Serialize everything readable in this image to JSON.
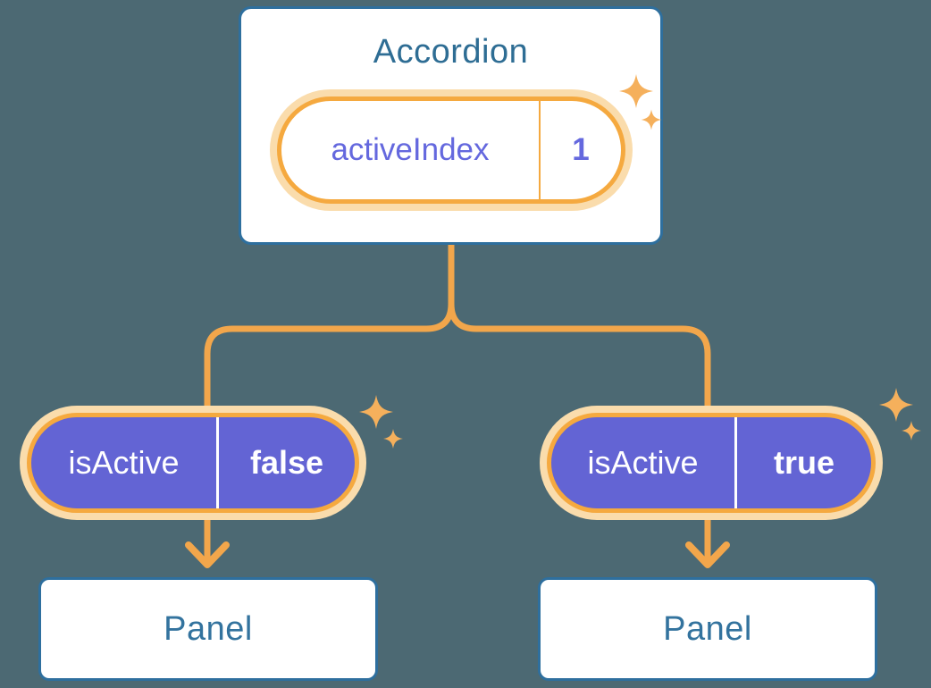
{
  "diagram": {
    "title_note": "component tree showing state passed down as props",
    "root": {
      "title": "Accordion",
      "state": {
        "name": "activeIndex",
        "value": "1"
      }
    },
    "children": [
      {
        "prop": {
          "name": "isActive",
          "value": "false"
        },
        "panel_label": "Panel"
      },
      {
        "prop": {
          "name": "isActive",
          "value": "true"
        },
        "panel_label": "Panel"
      }
    ],
    "icons": {
      "sparkle": "four-point-star ✦ (one large, one small per cluster)"
    },
    "colors": {
      "background": "#4C6973",
      "connector_orange": "#F2A64B",
      "pill_ring_orange": "#F5A93F",
      "pill_halo": "#FADCAC",
      "pill_purple": "#6364D4",
      "purple_text": "#6468DE",
      "heading_blue": "#2E6D94",
      "panel_text_blue": "#33739E",
      "card_border_blue": "#2E6F9E",
      "sparkle_orange": "#F5B05C"
    }
  }
}
